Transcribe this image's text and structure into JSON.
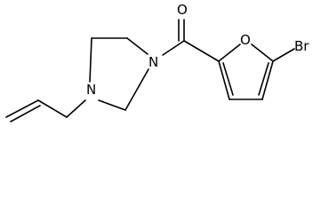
{
  "molecule": {
    "atoms": {
      "carbonyl_oxygen": "O",
      "piperazine_n1": "N",
      "piperazine_n4": "N",
      "furan_oxygen": "O",
      "bromine": "Br"
    }
  }
}
